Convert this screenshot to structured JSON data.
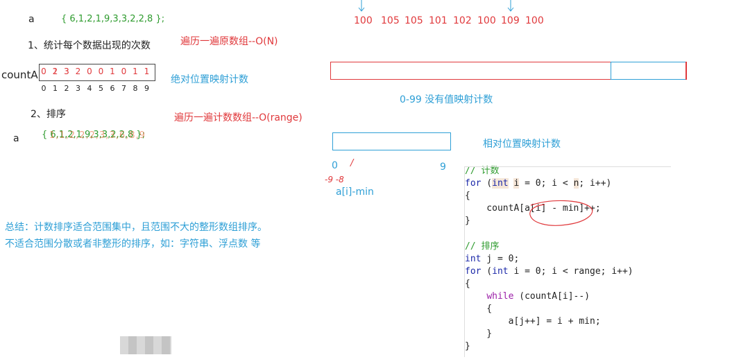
{
  "left": {
    "a_label": "a",
    "array_text": "{ 6,1,2,1,9,3,3,2,2,8 };",
    "step1": "1、统计每个数据出现的次数",
    "step1_note": "遍历一遍原数组--O(N)",
    "countA_label": "countA",
    "count_values": [
      "0",
      "2",
      "3",
      "2",
      "0",
      "0",
      "1",
      "0",
      "1",
      "1"
    ],
    "count_overwrites": [
      "",
      "1",
      "3",
      "",
      "",
      "",
      "",
      "",
      "",
      ""
    ],
    "indices": [
      "0",
      "1",
      "2",
      "3",
      "4",
      "5",
      "6",
      "7",
      "8",
      "9"
    ],
    "abs_map": "绝对位置映射计数",
    "step2": "2、排序",
    "step2_note": "遍历一遍计数数组--O(range)",
    "a_label2": "a",
    "sorted_text": "{ 6,1,2,1,9,3,3,2,2,8 };",
    "summary1": "总结：计数排序适合范围集中，且范围不大的整形数组排序。",
    "summary2": "不适合范围分散或者非整形的排序，如：字符串、浮点数 等"
  },
  "right": {
    "top_values": [
      "100",
      "105",
      "105",
      "101",
      "102",
      "100",
      "109",
      "100"
    ],
    "range_note": "0-99  没有值映射计数",
    "rel_map": "相对位置映射计数",
    "small_start": "0",
    "small_end": "9",
    "scribble": "-9 -8",
    "formula": "a[i]-min"
  },
  "code": [
    "// 计数",
    "for (int i = 0; i < n; i++)",
    "{",
    "    countA[a[i] - min]++;",
    "}",
    "",
    "// 排序",
    "int j = 0;",
    "for (int i = 0; i < range; i++)",
    "{",
    "    while (countA[i]--)",
    "    {",
    "        a[j++] = i + min;",
    "    }",
    "}"
  ],
  "colors": {
    "red": "#e0383b",
    "green": "#2e9b2e",
    "blue": "#2e9fd6",
    "keyword": "#1a27a8",
    "control": "#9c1fa8"
  }
}
